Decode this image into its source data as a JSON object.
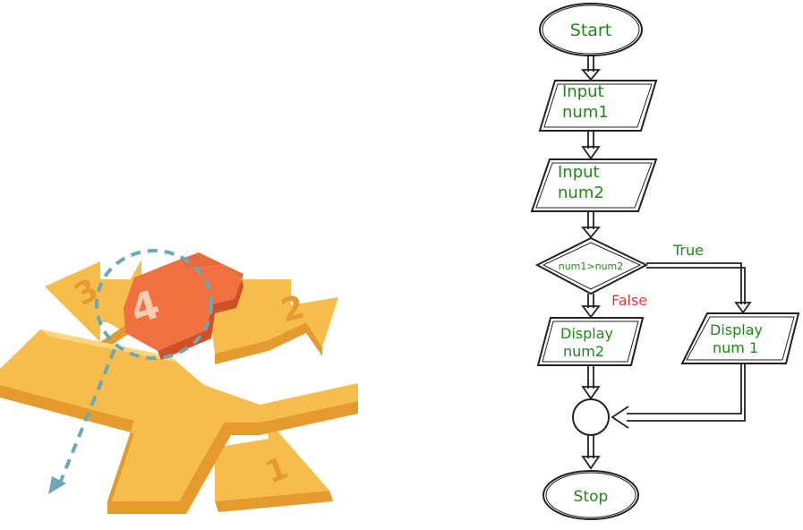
{
  "illustration": {
    "arrow_labels": [
      "1",
      "2",
      "3",
      "4"
    ],
    "colors": {
      "yellow": "#f7bd4c",
      "yellow_dark": "#e59a2d",
      "yellow_light": "#fcd57d",
      "orange": "#f0713f",
      "orange_dark": "#cf5025",
      "dash": "#6ea7b5"
    }
  },
  "flowchart": {
    "start": "Start",
    "input1": [
      "Input",
      "num1"
    ],
    "input2": [
      "Input",
      "num2"
    ],
    "decision": "num1>num2",
    "true_label": "True",
    "false_label": "False",
    "display2": [
      "Display",
      "num2"
    ],
    "display1": [
      "Display",
      "num 1"
    ],
    "stop": "Stop",
    "colors": {
      "text": "#1e8a14",
      "false": "#e23a36",
      "stroke": "#222222"
    }
  }
}
